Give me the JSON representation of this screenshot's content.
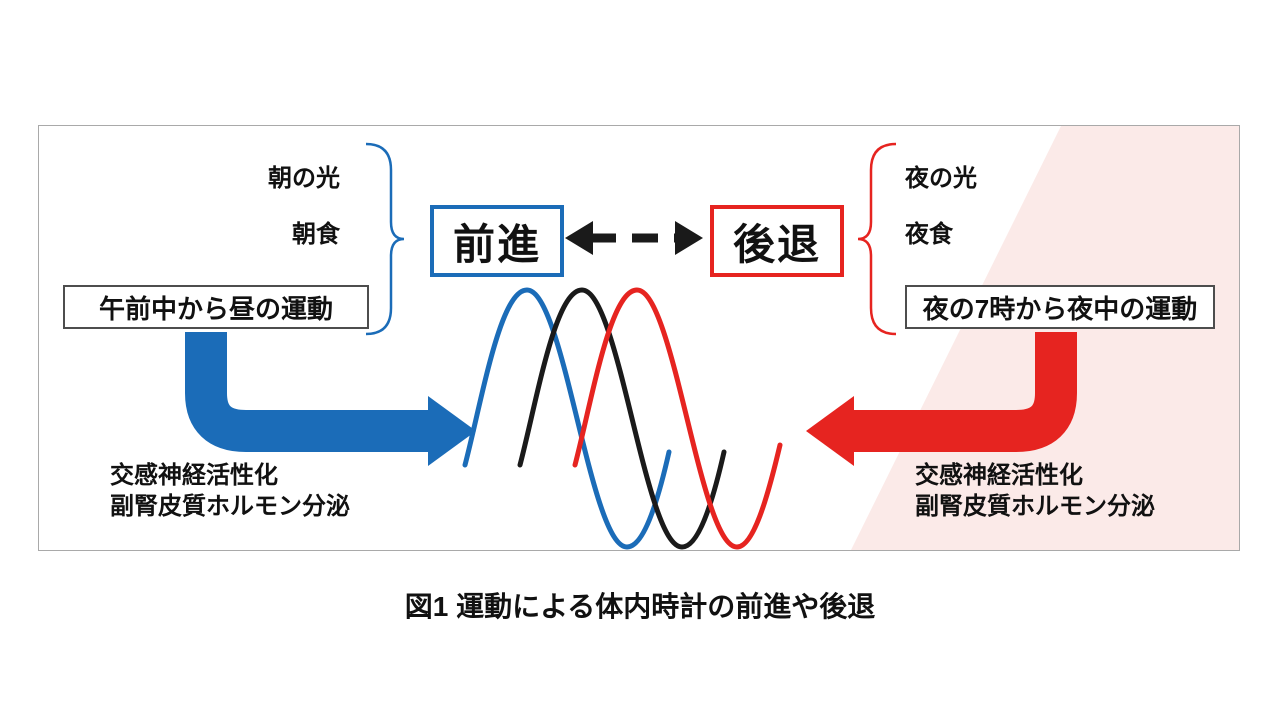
{
  "colors": {
    "advance_blue": "#1b6cb8",
    "delay_red": "#e62420",
    "wave_black": "#1a1a1a",
    "pink_region": "#fbeae8",
    "frame_border": "#a9a9a9"
  },
  "diagram": {
    "advance_label": "前進",
    "delay_label": "後退",
    "left": {
      "factor1": "朝の光",
      "factor2": "朝食",
      "exercise": "午前中から昼の運動",
      "effect1": "交感神経活性化",
      "effect2": "副腎皮質ホルモン分泌"
    },
    "right": {
      "factor1": "夜の光",
      "factor2": "夜食",
      "exercise": "夜の7時から夜中の運動",
      "effect1": "交感神経活性化",
      "effect2": "副腎皮質ホルモン分泌"
    },
    "caption": "図1 運動による体内時計の前進や後退"
  }
}
